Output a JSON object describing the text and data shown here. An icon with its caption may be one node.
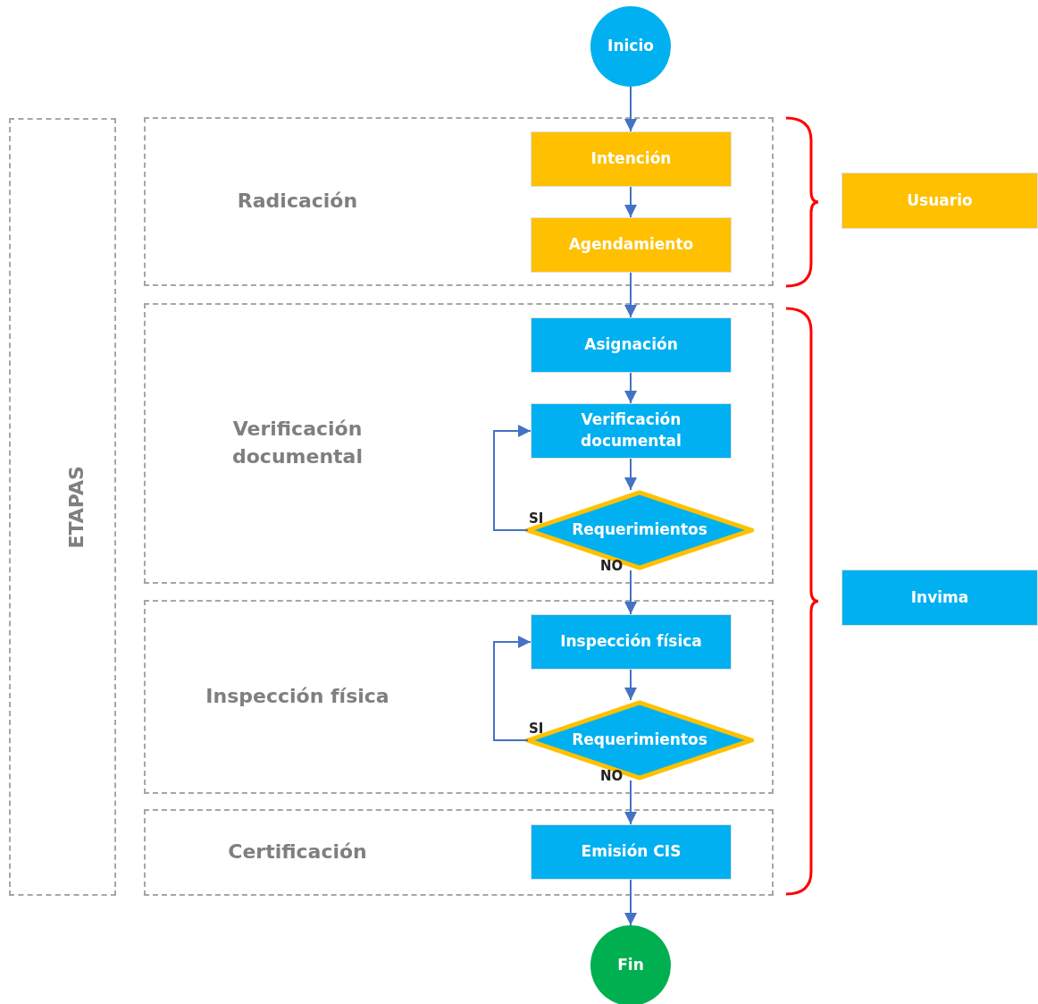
{
  "diagram": {
    "nodes": [
      {
        "text": [
          "Inicio"
        ]
      },
      {
        "text": [
          "ETAPAS"
        ]
      },
      {
        "text": [
          "Radicación"
        ]
      },
      {
        "text": [
          "Intención"
        ],
        "in": 2
      },
      {
        "text": [
          "Agendamiento"
        ],
        "in": 2
      },
      {
        "text": [
          "Verificación documental"
        ]
      },
      {
        "text": [
          "Asignación"
        ],
        "in": 5
      },
      {
        "text": [
          "Verificación documental"
        ],
        "in": 5
      },
      {
        "text": [
          "Requerimientos"
        ],
        "in": 5
      },
      {
        "text": [
          "Inspección física"
        ]
      },
      {
        "text": [
          "Inspección física"
        ],
        "in": 9
      },
      {
        "text": [
          "Requerimientos"
        ],
        "in": 9
      },
      {
        "text": [
          "Certificación"
        ]
      },
      {
        "text": [
          "Emisión CIS"
        ],
        "in": 12
      },
      {
        "text": [
          "Fin"
        ]
      },
      {
        "text": [
          "Usuario"
        ]
      },
      {
        "text": [
          "Invima"
        ]
      }
    ],
    "edges": [
      {
        "from": 0,
        "to": 3,
        "arrow": "to"
      },
      {
        "from": 3,
        "to": 4,
        "arrow": "to"
      },
      {
        "from": 4,
        "to": 6,
        "arrow": "to"
      },
      {
        "from": 6,
        "to": 7,
        "arrow": "to"
      },
      {
        "from": 7,
        "to": 8,
        "arrow": "to"
      },
      {
        "from": 8,
        "to": 7,
        "arrow": "to",
        "label": "SI"
      },
      {
        "from": 8,
        "to": 10,
        "arrow": "to",
        "label": "NO"
      },
      {
        "from": 10,
        "to": 11,
        "arrow": "to"
      },
      {
        "from": 11,
        "to": 10,
        "arrow": "to",
        "label": "SI"
      },
      {
        "from": 11,
        "to": 13,
        "arrow": "to",
        "label": "NO"
      },
      {
        "from": 13,
        "to": 14,
        "arrow": "to"
      }
    ]
  }
}
